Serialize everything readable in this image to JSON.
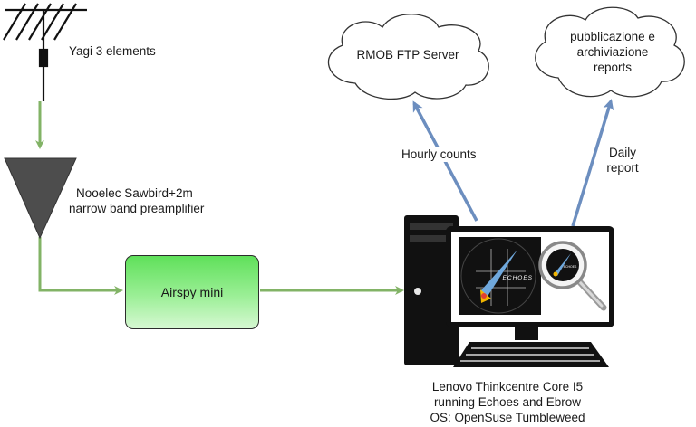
{
  "antenna": {
    "label": "Yagi 3 elements"
  },
  "preamp": {
    "label_line1": "Nooelec Sawbird+2m",
    "label_line2": "narrow band preamplifier"
  },
  "receiver": {
    "label": "Airspy mini"
  },
  "computer": {
    "label_line1": "Lenovo Thinkcentre Core I5",
    "label_line2": "running Echoes and Ebrow",
    "label_line3": "OS: OpenSuse Tumbleweed",
    "screen_logo_text": "ECHOES"
  },
  "clouds": {
    "ftp_server": "RMOB FTP Server",
    "reports_line1": "pubblicazione e",
    "reports_line2": "archiviazione",
    "reports_line3": "reports"
  },
  "connections": {
    "hourly": "Hourly counts",
    "daily_line1": "Daily",
    "daily_line2": "report"
  },
  "colors": {
    "green_link": "#82b366",
    "blue_link": "#6c8ebf",
    "airspy_fill": "#6ee46a",
    "triangle_fill": "#4d4d4d"
  }
}
